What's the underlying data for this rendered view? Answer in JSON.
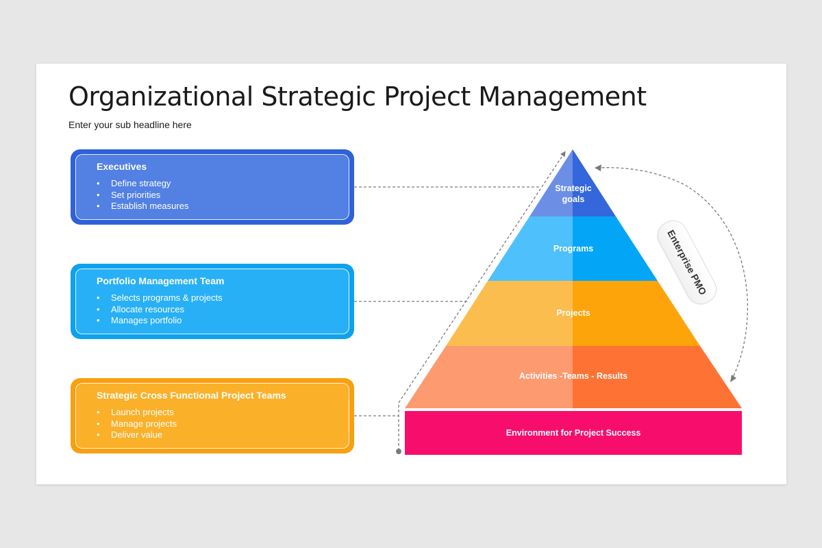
{
  "slide": {
    "title": "Organizational Strategic Project Management",
    "subtitle": "Enter your sub headline here"
  },
  "cards": [
    {
      "title": "Executives",
      "items": [
        "Define strategy",
        "Set priorities",
        "Establish measures"
      ],
      "color": "#2f62d8",
      "inner_color": "#5280e3"
    },
    {
      "title": "Portfolio Management Team",
      "items": [
        "Selects programs & projects",
        "Allocate resources",
        "Manages portfolio"
      ],
      "color": "#0da2ee",
      "inner_color": "#28b0f7"
    },
    {
      "title": "Strategic Cross Functional Project Teams",
      "items": [
        "Launch projects",
        "Manage projects",
        "Deliver value"
      ],
      "color": "#f8a00f",
      "inner_color": "#fbb029"
    }
  ],
  "pyramid": {
    "tiers": [
      {
        "label_line1": "Strategic",
        "label_line2": "goals",
        "light": "#6c8fe6",
        "dark": "#3466dc"
      },
      {
        "label": "Programs",
        "light": "#4ec0fb",
        "dark": "#03a6f7"
      },
      {
        "label": "Projects",
        "light": "#fcbd4f",
        "dark": "#fda40a"
      },
      {
        "label": "Activities -Teams - Results",
        "light": "#fd9a70",
        "dark": "#fe7234"
      }
    ],
    "base": {
      "label": "Environment for Project Success",
      "color": "#f70d6c"
    }
  },
  "enterprise_pmo": {
    "label": "Enterprise PMO"
  },
  "bullet": "•"
}
